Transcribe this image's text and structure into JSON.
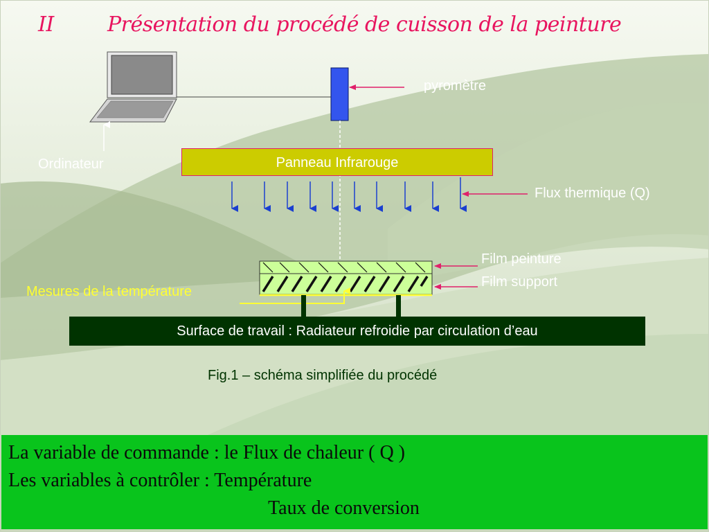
{
  "title": {
    "number": "II",
    "text": "Présentation du procédé de cuisson de la peinture"
  },
  "diagram": {
    "pyrometer_label": "pyromètre",
    "computer_label": "Ordinateur",
    "ir_panel_label": "Panneau Infrarouge",
    "heat_flux_label": "Flux thermique (Q)",
    "paint_film_label": "Film peinture",
    "support_film_label": "Film support",
    "temperature_label": "Mesures de la température",
    "work_surface_label": "Surface de travail : Radiateur refroidie par circulation d’eau",
    "caption": "Fig.1 – schéma simplifiée du procédé"
  },
  "bottom_box": {
    "line1": "La variable de commande : le Flux de chaleur ( Q )",
    "line2": "Les variables à contrôler :  Température",
    "line3": "Taux de conversion"
  },
  "colors": {
    "title": "#e8155f",
    "ir_panel": "#cccc00",
    "work_surface": "#003300",
    "bottom_box": "#09c41c",
    "pyrometer": "#3355ee",
    "flux_arrows": "#1a3fd0",
    "pointer_arrows": "#e0206a",
    "temperature_pointer": "#ffff33",
    "film": "#ccff99"
  },
  "icons": [
    "laptop-icon",
    "pyrometer-sensor"
  ]
}
